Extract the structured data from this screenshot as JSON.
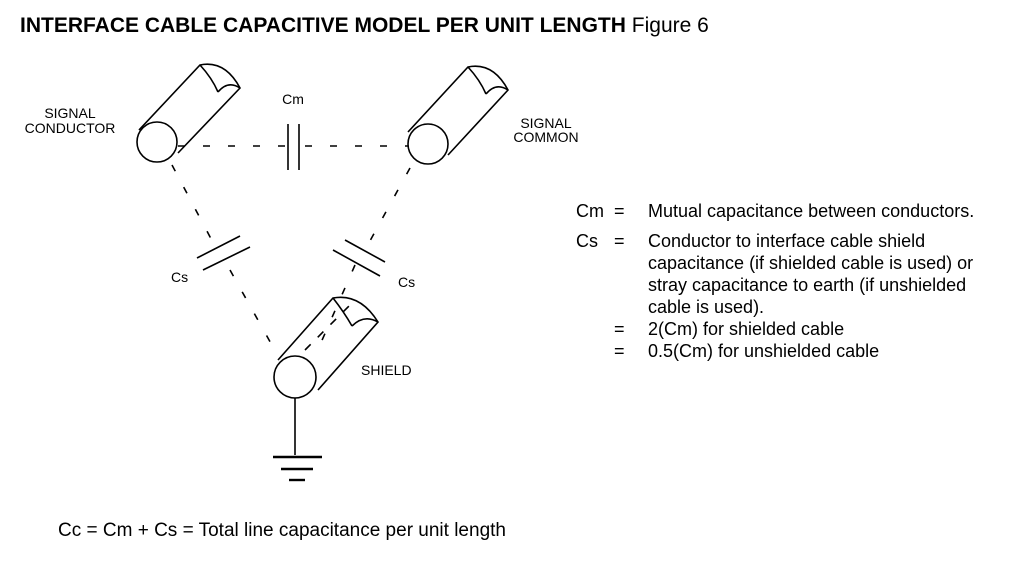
{
  "title": {
    "bold": "INTERFACE CABLE CAPACITIVE MODEL PER UNIT LENGTH",
    "figure": "Figure 6"
  },
  "diagram": {
    "signal_conductor_line1": "SIGNAL",
    "signal_conductor_line2": "CONDUCTOR",
    "signal_common_line1": "SIGNAL",
    "signal_common_line2": "COMMON",
    "shield": "SHIELD",
    "cm_label": "Cm",
    "cs_left_label": "Cs",
    "cs_right_label": "Cs"
  },
  "legend": {
    "cm_symbol": "Cm",
    "cm_equals": "=",
    "cm_desc": "Mutual capacitance between conductors.",
    "cs_symbol": "Cs",
    "cs_equals": "=",
    "cs_desc_1": "Conductor to interface cable shield",
    "cs_desc_2": "capacitance (if shielded cable is used) or",
    "cs_desc_3": "stray capacitance to earth (if unshielded",
    "cs_desc_4": "cable is used).",
    "shielded_equals": "=",
    "shielded_desc": "2(Cm) for shielded cable",
    "unshielded_equals": "=",
    "unshielded_desc": "0.5(Cm) for unshielded cable"
  },
  "formula": "Cc = Cm + Cs = Total line capacitance per unit length"
}
